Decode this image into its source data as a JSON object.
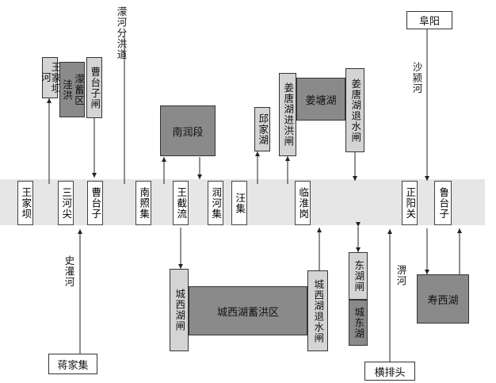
{
  "stations": {
    "wangjiaba": "王家坝",
    "sanhejian": "三河尖",
    "caotaizi": "曹台子",
    "nanzhaoji": "南照集",
    "wangjieliu": "王截流",
    "runheji": "润河集",
    "wangji": "汪集",
    "linhuaigang": "临淮岗",
    "zhengyangguan": "正阳关",
    "lutaizi": "鲁台子"
  },
  "upper": {
    "wangjiaba_river": "王家坝河",
    "mengwa_storage": "濛洼蓄洪区",
    "caotaizi_sluice": "曹台子闸",
    "menghe_floodway": "濛河分洪道",
    "nanrun_section": "南润段",
    "qiujia_lake": "邱家湖",
    "jiangtang_inlet_sluice": "姜唐湖进洪闸",
    "jiangtang_lake": "姜塘湖",
    "jiangtang_outlet_sluice": "姜唐湖退水闸",
    "fuyang": "阜阳",
    "shaying_river": "沙颍河"
  },
  "lower": {
    "shiguan_river": "史灌河",
    "jiangjiaji": "蒋家集",
    "chengxi_lake_sluice": "城西湖闸",
    "chengxi_storage": "城西湖蓄洪区",
    "chengxi_outlet_sluice": "城西湖退水闸",
    "donghu_sluice": "东湖闸",
    "chengdong_lake": "城东湖",
    "pi_river": "淠河",
    "hengpaitou": "横排头",
    "shouxi_lake": "寿西湖"
  }
}
